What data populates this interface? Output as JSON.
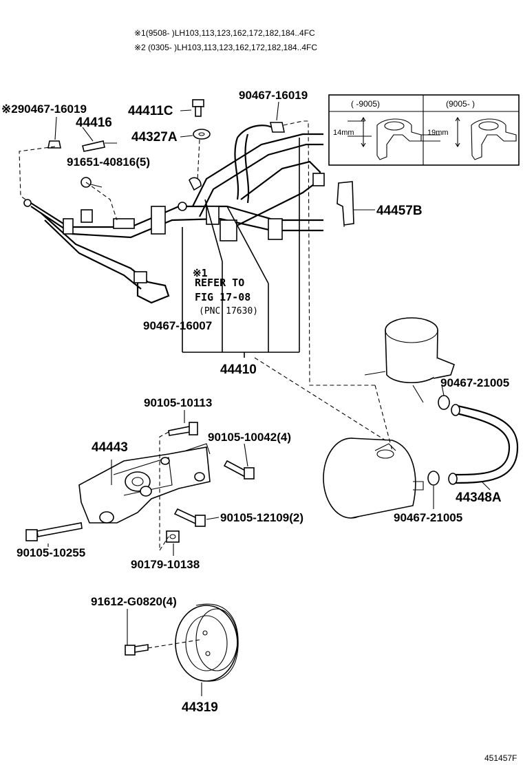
{
  "header": {
    "line1": "※1(9508-     )LH103,113,123,162,172,182,184..4FC",
    "line2": "※2 (0305-     )LH103,113,123,162,172,182,184..4FC"
  },
  "inset": {
    "col1_header": "(     -9005)",
    "col2_header": "(9005-     )",
    "dim1": "14mm",
    "dim2": "19mm"
  },
  "labels": {
    "p90467_16019_a": "※290467-16019",
    "p44416": "44416",
    "p91651": "91651-40816(5)",
    "p44411C": "44411C",
    "p44327A": "44327A",
    "p90467_16019_b": "90467-16019",
    "p44457B": "44457B",
    "refer_mark": "※1",
    "refer_line1": "REFER TO",
    "refer_line2": "FIG 17-08",
    "refer_line3": "(PNC 17630)",
    "p90467_16007": "90467-16007",
    "p44410": "44410",
    "p90467_21005_a": "90467-21005",
    "p44348A": "44348A",
    "p90467_21005_b": "90467-21005",
    "p90105_10113": "90105-10113",
    "p44443": "44443",
    "p90105_10042": "90105-10042(4)",
    "p90105_12109": "90105-12109(2)",
    "p90105_10255": "90105-10255",
    "p90179_10138": "90179-10138",
    "p91612": "91612-G0820(4)",
    "p44319": "44319",
    "figure_id": "451457F"
  }
}
